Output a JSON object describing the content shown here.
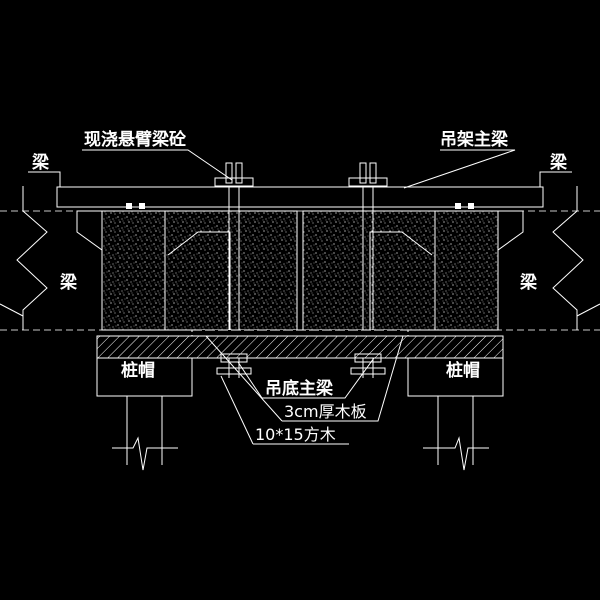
{
  "labels": {
    "cast_cantilever": "现浇悬臂梁砼",
    "hanger_main_beam": "吊架主梁",
    "beam_left_top": "梁",
    "beam_right_top": "梁",
    "beam_left_mid": "梁",
    "beam_right_mid": "梁",
    "pile_cap_left": "桩帽",
    "pile_cap_right": "桩帽",
    "bottom_main_beam": "吊底主梁",
    "plank": "3cm厚木板",
    "timber": "10*15方木"
  },
  "colors": {
    "background": "#000000",
    "lines": "#ffffff",
    "dashed": "#c8c8c8"
  }
}
